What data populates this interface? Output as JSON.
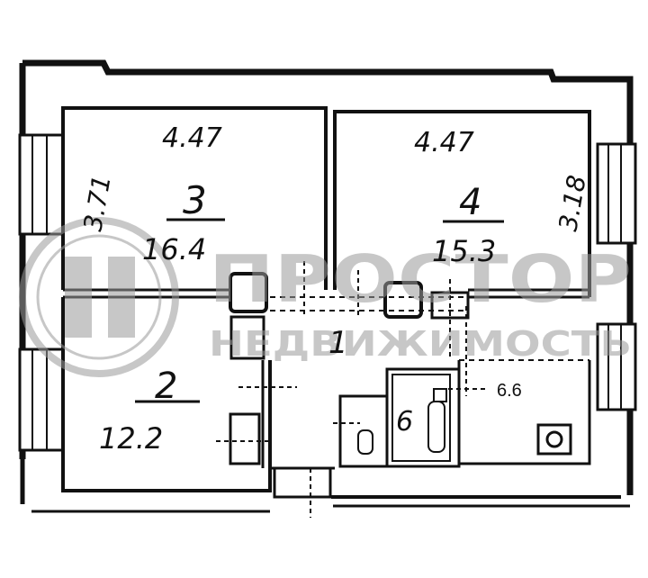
{
  "plan": {
    "rooms": [
      {
        "id": "room-3",
        "number": "3",
        "area": "16.4",
        "width_label": "4.47",
        "depth_label": "3.71"
      },
      {
        "id": "room-4",
        "number": "4",
        "area": "15.3",
        "width_label": "4.47",
        "depth_label": "3.18"
      },
      {
        "id": "room-2",
        "number": "2",
        "area": "12.2"
      },
      {
        "id": "room-1",
        "number": "1"
      },
      {
        "id": "room-6",
        "number": "6",
        "area": "6.6"
      }
    ]
  },
  "watermark": {
    "brand": "ПРОСТОР",
    "tagline": "НЕДВИЖИМОСТЬ",
    "color": "#9a9a9a"
  },
  "colors": {
    "ink": "#111111",
    "paper": "#ffffff"
  }
}
